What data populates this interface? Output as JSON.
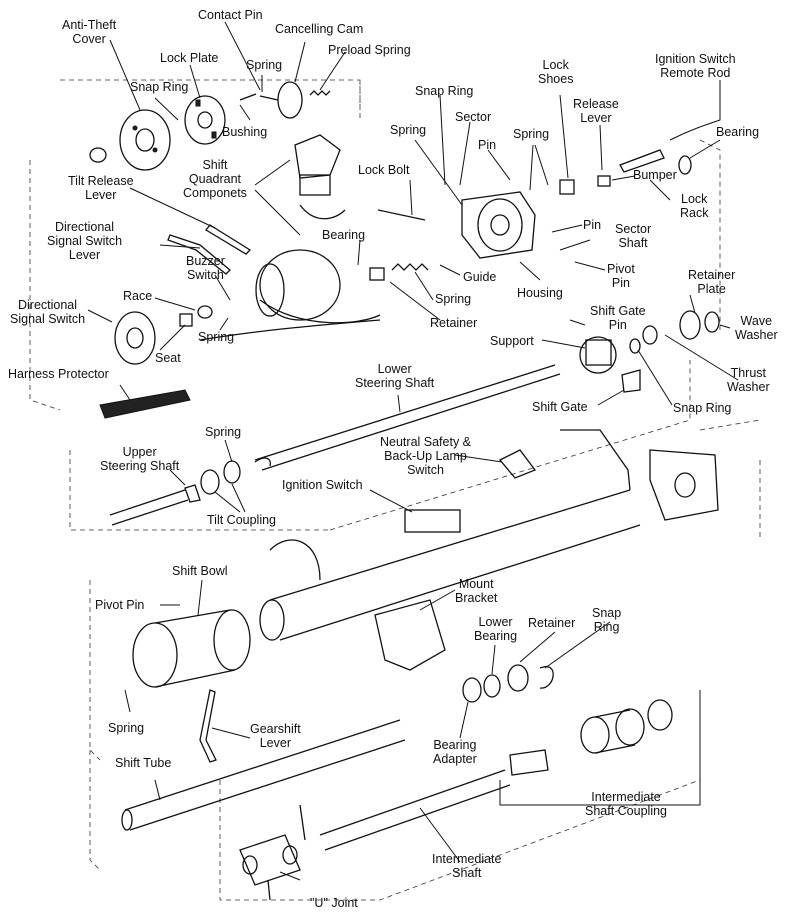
{
  "labels": {
    "anti_theft_cover": "Anti-Theft\nCover",
    "contact_pin": "Contact Pin",
    "cancelling_cam": "Cancelling Cam",
    "preload_spring": "Preload Spring",
    "lock_plate": "Lock Plate",
    "spring_top": "Spring",
    "snap_ring_top_left": "Snap Ring",
    "bushing": "Bushing",
    "shift_quadrant_componets": "Shift\nQuadrant\nComponets",
    "snap_ring_top_mid": "Snap Ring",
    "sector_top": "Sector",
    "spring_mid_top": "Spring",
    "pin_top": "Pin",
    "spring_right_top": "Spring",
    "lock_shoes": "Lock\nShoes",
    "release_lever": "Release\nLever",
    "ignition_switch_remote_rod": "Ignition Switch\nRemote Rod",
    "bearing_top_right": "Bearing",
    "bumper": "Bumper",
    "lock_rack": "Lock\nRack",
    "tilt_release_lever": "Tilt Release\nLever",
    "lock_bolt": "Lock Bolt",
    "pin_mid": "Pin",
    "sector_shaft": "Sector\nShaft",
    "directional_signal_switch_lever": "Directional\nSignal Switch\nLever",
    "bearing_mid": "Bearing",
    "buzzer_switch": "Buzzer\nSwitch",
    "guide": "Guide",
    "pivot_pin_top": "Pivot\nPin",
    "retainer_plate": "Retainer\nPlate",
    "race": "Race",
    "spring_guide": "Spring",
    "housing": "Housing",
    "directional_signal_switch": "Directional\nSignal Switch",
    "spring_race": "Spring",
    "retainer_mid": "Retainer",
    "shift_gate_pin": "Shift Gate\nPin",
    "wave_washer": "Wave\nWasher",
    "seat": "Seat",
    "support": "Support",
    "thrust_washer": "Thrust\nWasher",
    "harness_protector": "Harness Protector",
    "lower_steering_shaft": "Lower\nSteering Shaft",
    "shift_gate": "Shift Gate",
    "snap_ring_right": "Snap Ring",
    "spring_tilt": "Spring",
    "neutral_safety_switch": "Neutral Safety &\nBack-Up Lamp\nSwitch",
    "upper_steering_shaft": "Upper\nSteering Shaft",
    "ignition_switch": "Ignition Switch",
    "tilt_coupling": "Tilt Coupling",
    "shift_bowl": "Shift Bowl",
    "mount_bracket": "Mount\nBracket",
    "snap_ring_lower": "Snap\nRing",
    "lower_bearing": "Lower\nBearing",
    "retainer_lower": "Retainer",
    "pivot_pin_lower": "Pivot Pin",
    "spring_lower": "Spring",
    "gearshift_lever": "Gearshift\nLever",
    "bearing_adapter": "Bearing\nAdapter",
    "shift_tube": "Shift Tube",
    "intermediate_shaft_coupling": "Intermediate\nShaft Coupling",
    "intermediate_shaft": "Intermediate\nShaft",
    "u_joint": "\"U\" Joint"
  }
}
